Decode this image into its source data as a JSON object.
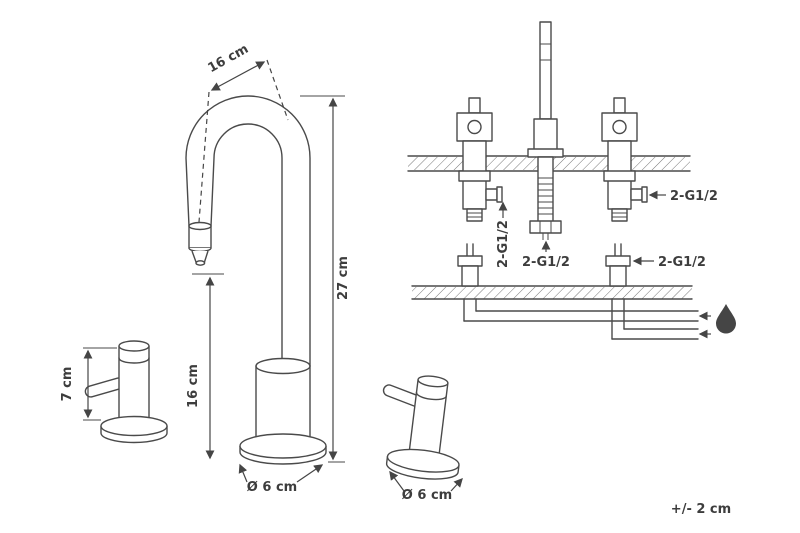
{
  "drawing": {
    "dims": {
      "handle_height": "7 cm",
      "spout_reach": "16 cm",
      "spout_outlet_height": "16 cm",
      "total_height": "27 cm",
      "base_diameter": "Ø 6 cm",
      "front_handle_diameter": "Ø 6 cm"
    },
    "threads": {
      "left": "2-G1/2",
      "center": "2-G1/2",
      "right_upper": "2-G1/2",
      "right_lower": "2-G1/2"
    },
    "tolerance_note": "+/- 2 cm",
    "colors": {
      "line": "#4a4a4a",
      "text": "#3d3d3d",
      "background": "#ffffff"
    }
  }
}
